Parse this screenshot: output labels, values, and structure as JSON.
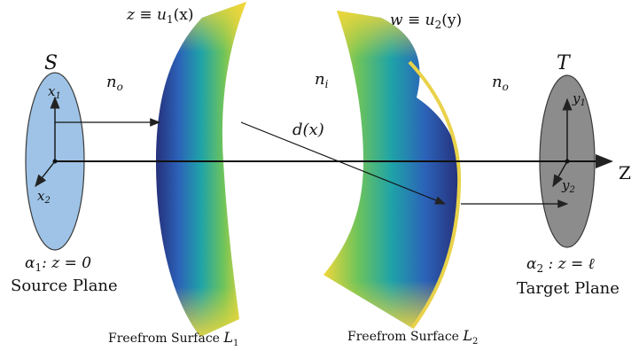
{
  "labels": {
    "surface1_eq": "z ≡ u",
    "surface1_sub": "1",
    "surface1_arg": "(x)",
    "surface2_eq": "w ≡ u",
    "surface2_sub": "2",
    "surface2_arg": "(y)",
    "source_symbol": "S",
    "target_symbol": "T",
    "n_outer_left": "n",
    "n_outer_left_sub": "o",
    "n_inner": "n",
    "n_inner_sub": "i",
    "n_outer_right": "n",
    "n_outer_right_sub": "o",
    "distance": "d(x)",
    "axis_z": "Z",
    "src_x1": "x",
    "src_x1_sub": "1",
    "src_x2": "x",
    "src_x2_sub": "2",
    "tgt_y1": "y",
    "tgt_y1_sub": "1",
    "tgt_y2": "y",
    "tgt_y2_sub": "2",
    "alpha1": "α",
    "alpha1_sub": "1",
    "alpha1_rest": ": z = 0",
    "alpha2": "α",
    "alpha2_sub": "2",
    "alpha2_rest": " : z = ℓ",
    "source_plane": "Source Plane",
    "target_plane": "Target Plane",
    "freeform1": "Freefrom Surface ",
    "freeform1_sym": "L",
    "freeform1_sub": "1",
    "freeform2": "Freefrom Surface ",
    "freeform2_sym": "L",
    "freeform2_sub": "2"
  },
  "colors": {
    "source_fill": "#9ec3e6",
    "target_fill": "#8c8c8c",
    "surface_dark": "#2a2f7e",
    "surface_mid": "#1fa0a8",
    "surface_light": "#7cc84e",
    "surface_edge": "#f2d73a"
  }
}
